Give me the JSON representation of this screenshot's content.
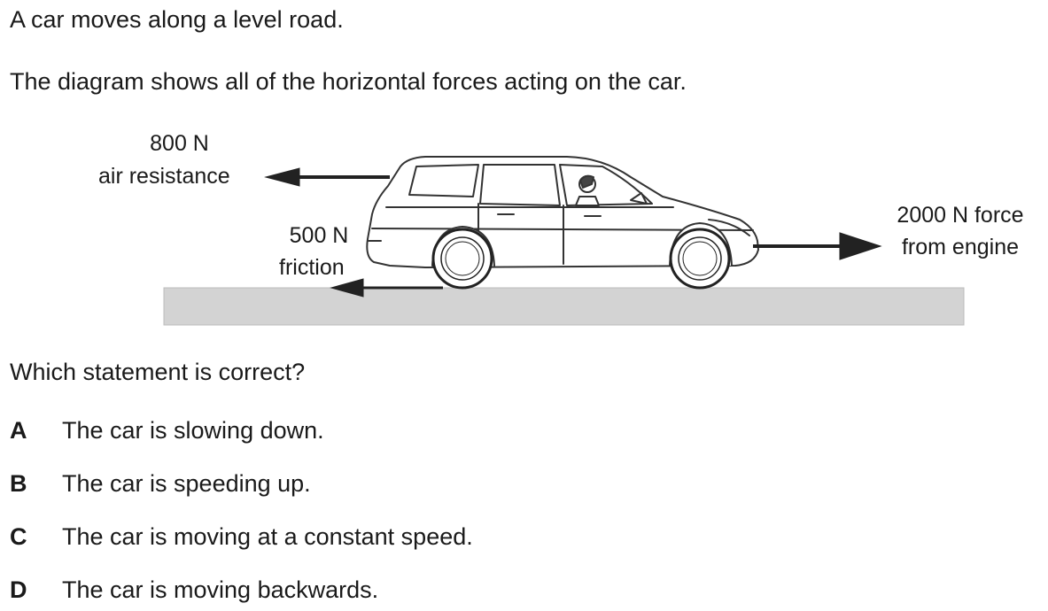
{
  "intro": {
    "line1": "A car moves along a level road.",
    "line2": "The diagram shows all of the horizontal forces acting on the car."
  },
  "diagram": {
    "air_resistance": {
      "value": "800 N",
      "label": "air resistance"
    },
    "friction": {
      "value": "500 N",
      "label": "friction"
    },
    "engine": {
      "value": "2000 N force",
      "label": "from engine"
    },
    "colors": {
      "road": "#d3d3d3",
      "arrow": "#222222",
      "car_stroke": "#333333"
    }
  },
  "question": "Which statement is correct?",
  "options": [
    {
      "letter": "A",
      "text": "The car is slowing down."
    },
    {
      "letter": "B",
      "text": "The car is speeding up."
    },
    {
      "letter": "C",
      "text": "The car is moving at a constant speed."
    },
    {
      "letter": "D",
      "text": "The car is moving backwards."
    }
  ]
}
